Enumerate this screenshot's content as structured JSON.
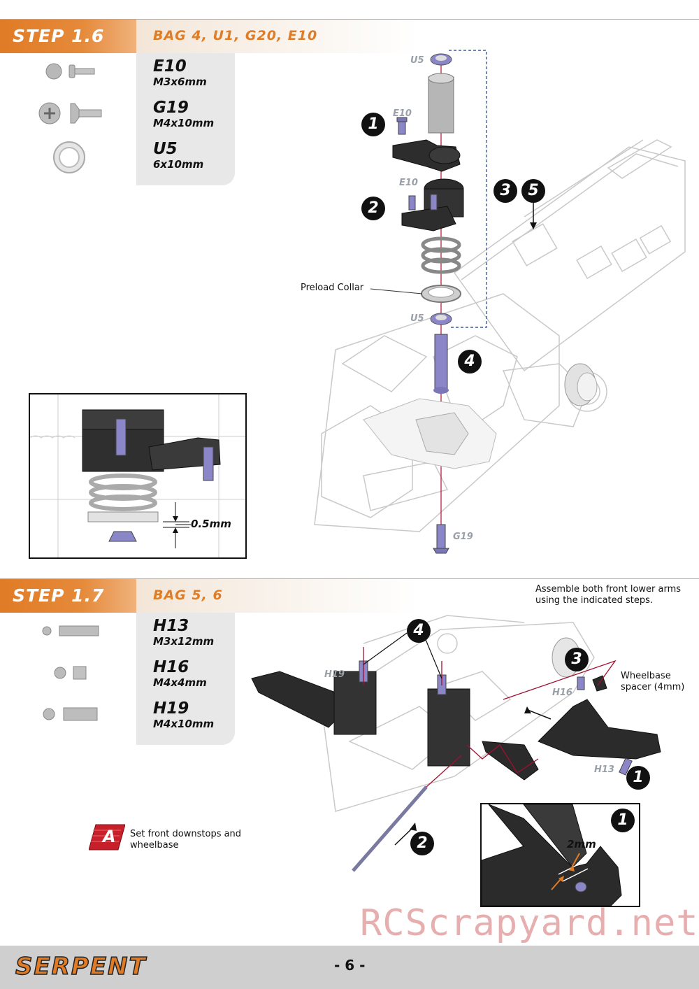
{
  "step16": {
    "title": "STEP 1.6",
    "bag": "BAG 4, U1, G20, E10",
    "parts": [
      {
        "code": "E10",
        "size": "M3x6mm"
      },
      {
        "code": "G19",
        "size": "M4x10mm"
      },
      {
        "code": "U5",
        "size": "6x10mm"
      }
    ],
    "callouts": [
      "1",
      "2",
      "3",
      "5",
      "4"
    ],
    "tags": {
      "u5_top": "U5",
      "e10_a": "E10",
      "e10_b": "E10",
      "u5_bottom": "U5",
      "g19": "G19"
    },
    "preload_label": "Preload Collar",
    "inset_dimension": "0.5mm"
  },
  "step17": {
    "title": "STEP 1.7",
    "bag": "BAG 5, 6",
    "parts": [
      {
        "code": "H13",
        "size": "M3x12mm"
      },
      {
        "code": "H16",
        "size": "M4x4mm"
      },
      {
        "code": "H19",
        "size": "M4x10mm"
      }
    ],
    "note": "Assemble both front lower arms using the indicated steps.",
    "wheelbase_note": "Wheelbase spacer (4mm)",
    "callouts": [
      "4",
      "3",
      "1",
      "2"
    ],
    "tags": {
      "h19": "H19",
      "h16": "H16",
      "h13": "H13"
    },
    "setup_badge": "A",
    "setup_note": "Set front downstops and wheelbase",
    "inset_callout": "1",
    "inset_dimension": "2mm"
  },
  "footer": {
    "brand": "SERPENT",
    "page": "- 6 -"
  },
  "watermark": "RCScrapyard.net"
}
